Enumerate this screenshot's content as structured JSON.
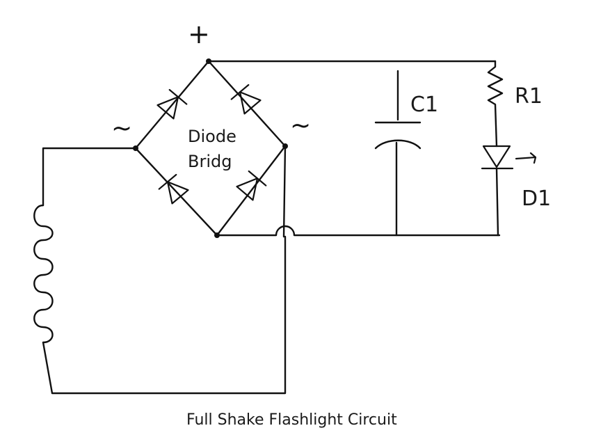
{
  "labels": {
    "plus": "+",
    "ac_left": "~",
    "ac_right": "~",
    "bridge_line1": "Diode",
    "bridge_line2": "Bridg",
    "capacitor": "C1",
    "resistor": "R1",
    "led": "D1"
  },
  "caption": "Full Shake Flashlight Circuit"
}
